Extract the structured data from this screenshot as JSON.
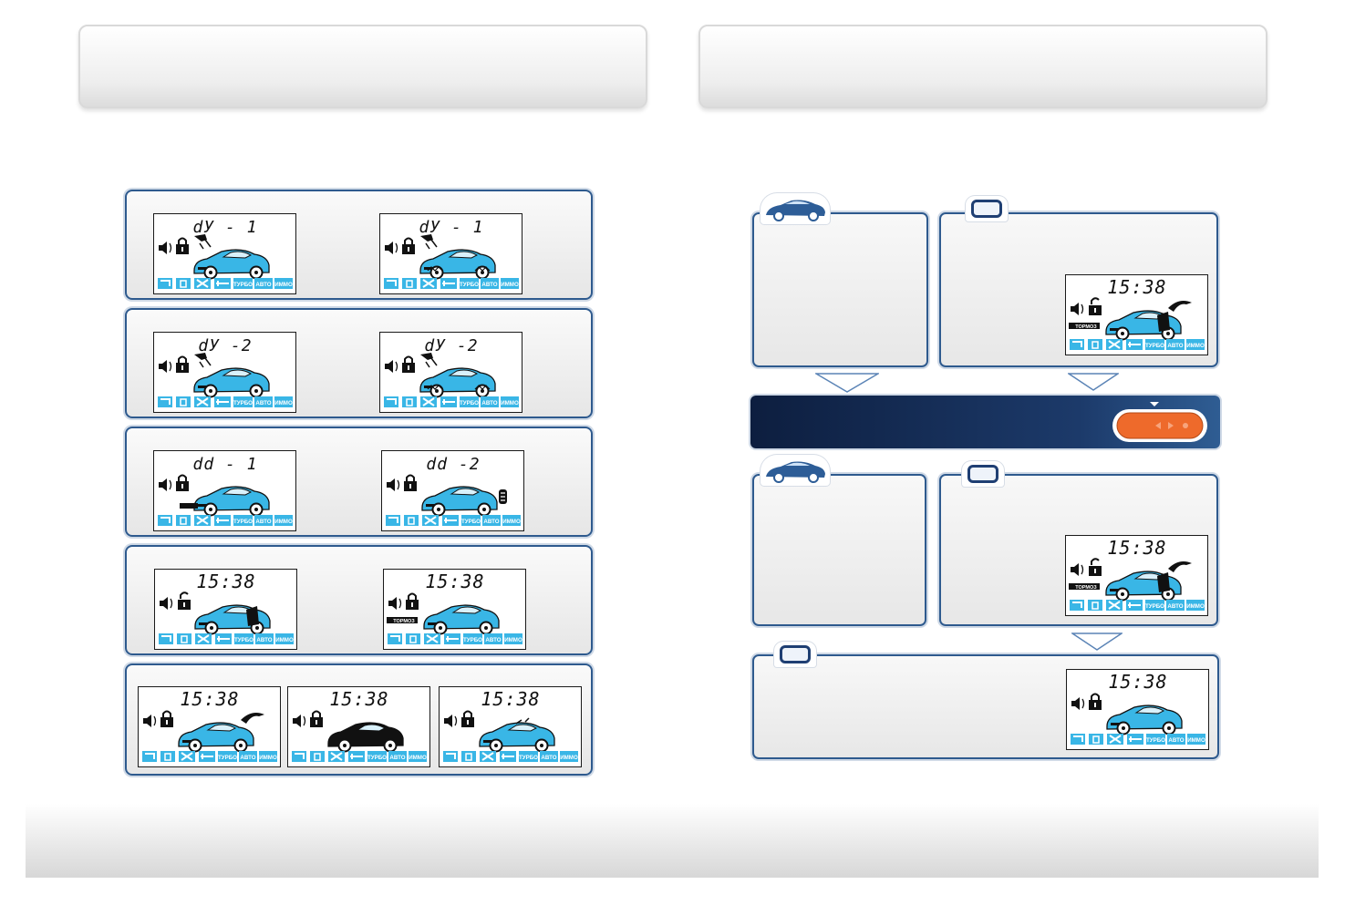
{
  "lcd": {
    "icon_labels": [
      "ТУРБО",
      "АВТО",
      "ИММО"
    ],
    "tormoz": "ТОРМОЗ"
  },
  "left_panels": [
    {
      "screens": [
        {
          "digits": "dУ - 1"
        },
        {
          "digits": "dУ - 1"
        }
      ]
    },
    {
      "screens": [
        {
          "digits": "dУ -2"
        },
        {
          "digits": "dУ -2"
        }
      ]
    },
    {
      "screens": [
        {
          "digits": "dd - 1"
        },
        {
          "digits": "dd -2"
        }
      ]
    },
    {
      "screens": [
        {
          "digits": "15:38"
        },
        {
          "digits": "15:38"
        }
      ]
    },
    {
      "screens": [
        {
          "digits": "15:38"
        },
        {
          "digits": "15:38"
        },
        {
          "digits": "15:38"
        }
      ]
    }
  ],
  "right_screens": [
    {
      "digits": "15:38"
    },
    {
      "digits": "15:38"
    },
    {
      "digits": "15:38"
    }
  ],
  "icons": {
    "car_tab": "car-icon",
    "keyfob_tab": "keyfob-icon",
    "fob_button": "fob-button-icon",
    "arrow": "down-arrow-icon"
  },
  "colors": {
    "lcd_blue": "#39b6e6",
    "frame_blue": "#2e5a8e",
    "bar_dark": "#0d1e3f",
    "fob_orange": "#ee6a2b"
  }
}
